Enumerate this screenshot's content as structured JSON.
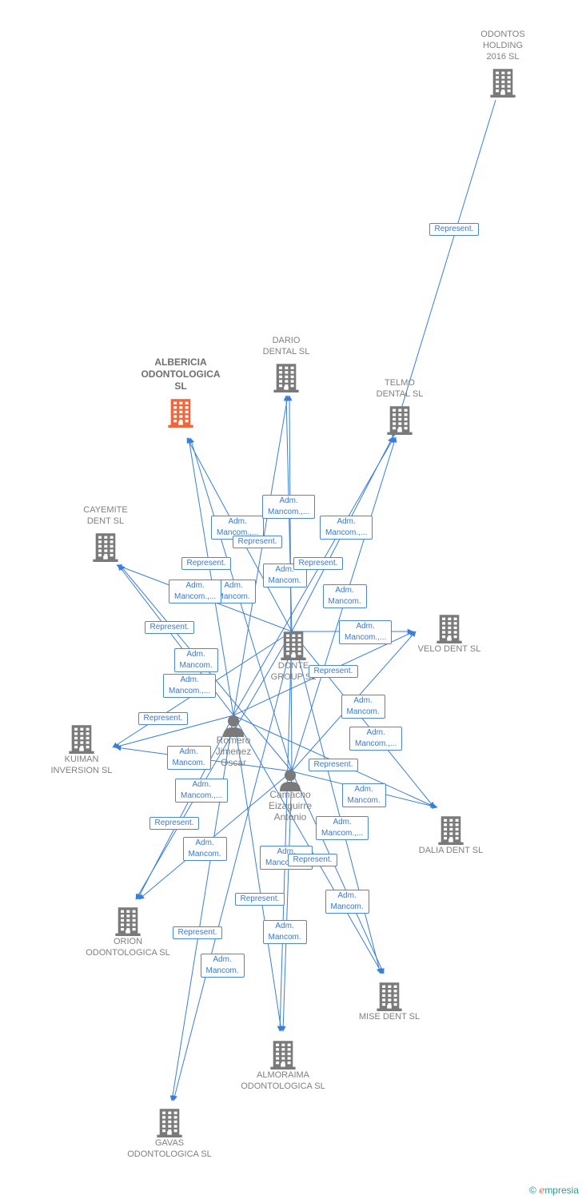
{
  "colors": {
    "edge": "#3a7fd6",
    "company": "#7a7a7a",
    "main_company": "#f0663a",
    "label_text": "#3a78cc"
  },
  "nodes": [
    {
      "id": "odontos",
      "label": "ODONTOS\nHOLDING\n2016  SL",
      "type": "company"
    },
    {
      "id": "alberticia",
      "label": "ALBERICIA\nODONTOLOGICA\nSL",
      "type": "company-main"
    },
    {
      "id": "dario",
      "label": "DARIO\nDENTAL SL",
      "type": "company"
    },
    {
      "id": "telmo",
      "label": "TELMO\nDENTAL SL",
      "type": "company"
    },
    {
      "id": "cayemite",
      "label": "CAYEMITE\nDENT SL",
      "type": "company"
    },
    {
      "id": "donte",
      "label": "DONTE\nGROUP  SL",
      "type": "company"
    },
    {
      "id": "velo",
      "label": "VELO DENT SL",
      "type": "company"
    },
    {
      "id": "kuiman",
      "label": "KUIMAN\nINVERSION SL",
      "type": "company"
    },
    {
      "id": "romero",
      "label": "Romero\nJimenez\nOscar",
      "type": "person"
    },
    {
      "id": "camacho",
      "label": "Camacho\nEizaguirre\nAntonio",
      "type": "person"
    },
    {
      "id": "dalia",
      "label": "DALIA DENT SL",
      "type": "company"
    },
    {
      "id": "orion",
      "label": "ORION\nODONTOLOGICA SL",
      "type": "company"
    },
    {
      "id": "mise",
      "label": "MISE DENT SL",
      "type": "company"
    },
    {
      "id": "almoraima",
      "label": "ALMORAIMA\nODONTOLOGICA SL",
      "type": "company"
    },
    {
      "id": "gavas",
      "label": "GAVAS\nODONTOLOGICA SL",
      "type": "company"
    }
  ],
  "edges": [
    {
      "from": "odontos",
      "to": "telmo",
      "label": "Represent."
    },
    {
      "from": "romero",
      "to": "alberticia",
      "label": "Adm.\nMancom.,..."
    },
    {
      "from": "camacho",
      "to": "alberticia",
      "label": "Adm.\nMancom."
    },
    {
      "from": "donte",
      "to": "alberticia",
      "label": "Represent."
    },
    {
      "from": "romero",
      "to": "dario",
      "label": "Adm.\nMancom.,..."
    },
    {
      "from": "camacho",
      "to": "dario",
      "label": "Adm.\nMancom."
    },
    {
      "from": "donte",
      "to": "dario",
      "label": "Represent."
    },
    {
      "from": "romero",
      "to": "telmo",
      "label": "Adm.\nMancom.,..."
    },
    {
      "from": "camacho",
      "to": "telmo",
      "label": "Adm.\nMancom."
    },
    {
      "from": "donte",
      "to": "telmo",
      "label": "Represent."
    },
    {
      "from": "romero",
      "to": "cayemite",
      "label": "Adm.\nMancom.,..."
    },
    {
      "from": "camacho",
      "to": "cayemite",
      "label": "Adm.\nMancom."
    },
    {
      "from": "donte",
      "to": "cayemite",
      "label": "Represent."
    },
    {
      "from": "romero",
      "to": "velo",
      "label": "Adm.\nMancom.,..."
    },
    {
      "from": "camacho",
      "to": "velo",
      "label": "Adm.\nMancom."
    },
    {
      "from": "donte",
      "to": "velo",
      "label": "Represent."
    },
    {
      "from": "romero",
      "to": "kuiman",
      "label": "Adm.\nMancom.,..."
    },
    {
      "from": "camacho",
      "to": "kuiman",
      "label": "Adm.\nMancom."
    },
    {
      "from": "donte",
      "to": "kuiman",
      "label": "Represent."
    },
    {
      "from": "romero",
      "to": "dalia",
      "label": "Adm.\nMancom.,..."
    },
    {
      "from": "camacho",
      "to": "dalia",
      "label": "Adm.\nMancom."
    },
    {
      "from": "donte",
      "to": "dalia",
      "label": "Represent."
    },
    {
      "from": "romero",
      "to": "orion",
      "label": "Adm.\nMancom.,..."
    },
    {
      "from": "camacho",
      "to": "orion",
      "label": "Adm.\nMancom."
    },
    {
      "from": "donte",
      "to": "orion",
      "label": "Represent."
    },
    {
      "from": "romero",
      "to": "mise",
      "label": "Adm.\nMancom.,..."
    },
    {
      "from": "camacho",
      "to": "mise",
      "label": "Adm.\nMancom."
    },
    {
      "from": "donte",
      "to": "mise",
      "label": "Represent."
    },
    {
      "from": "romero",
      "to": "almoraima",
      "label": "Adm.\nMancom.,..."
    },
    {
      "from": "camacho",
      "to": "almoraima",
      "label": "Adm.\nMancom."
    },
    {
      "from": "donte",
      "to": "almoraima",
      "label": "Represent."
    },
    {
      "from": "romero",
      "to": "gavas",
      "label": "Adm.\nMancom."
    },
    {
      "from": "donte",
      "to": "gavas",
      "label": "Represent."
    }
  ],
  "footer": {
    "copyright": "©",
    "brand_initial": "e",
    "brand_rest": "mpresia"
  }
}
